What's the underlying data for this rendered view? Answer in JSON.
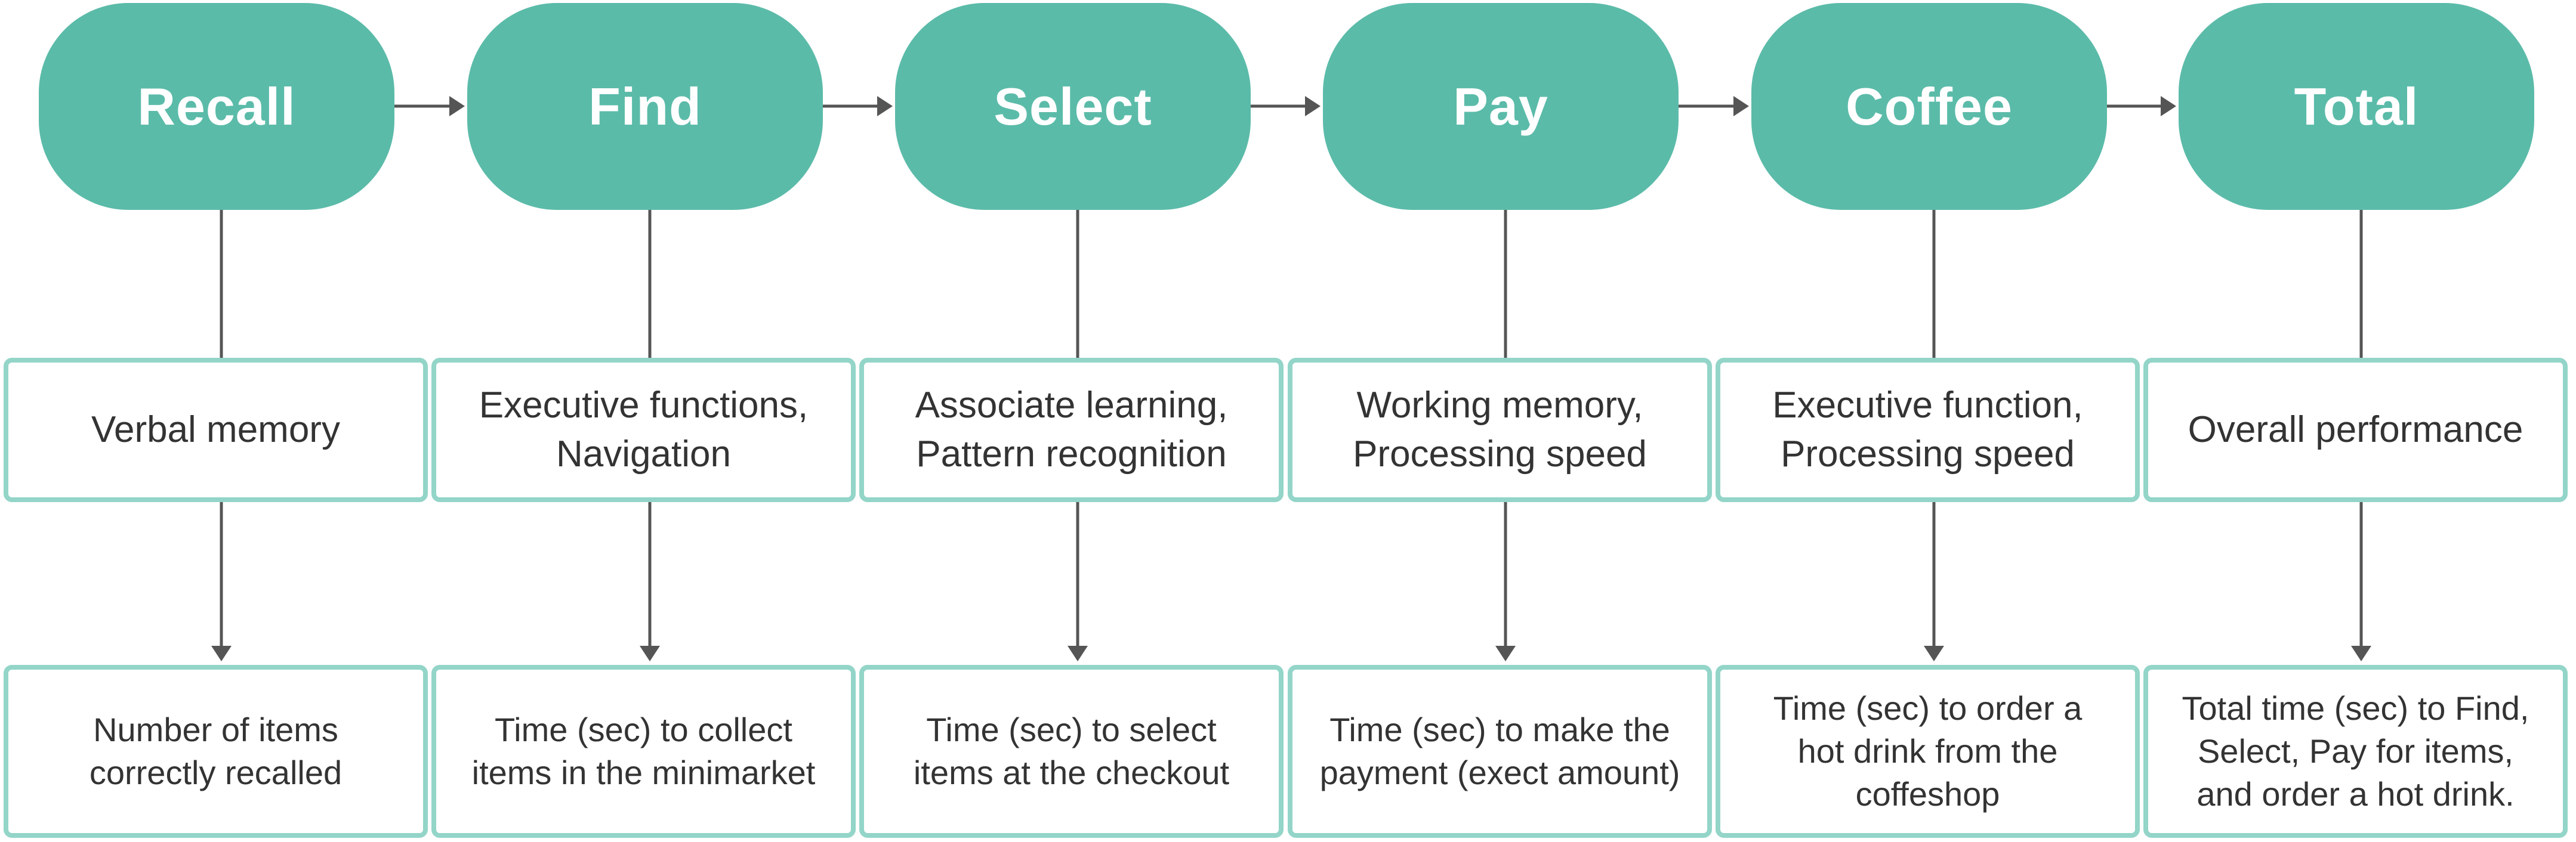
{
  "colors": {
    "stage_fill": "#5bbba9",
    "box_border": "#93d5c8",
    "connector": "#555555",
    "text": "#333333"
  },
  "stages": [
    {
      "label": "Recall",
      "function": "Verbal memory",
      "measure": "Number of items\ncorrectly recalled"
    },
    {
      "label": "Find",
      "function": "Executive functions,\nNavigation",
      "measure": "Time (sec) to collect\nitems in the minimarket"
    },
    {
      "label": "Select",
      "function": "Associate learning,\nPattern recognition",
      "measure": "Time (sec) to select\nitems at the checkout"
    },
    {
      "label": "Pay",
      "function": "Working memory,\nProcessing speed",
      "measure": "Time (sec) to make the\npayment (exect amount)"
    },
    {
      "label": "Coffee",
      "function": "Executive function,\nProcessing speed",
      "measure": "Time (sec) to order a\nhot drink from the\ncoffeshop"
    },
    {
      "label": "Total",
      "function": "Overall performance",
      "measure": "Total time (sec) to Find,\nSelect, Pay for items,\nand order a hot drink."
    }
  ]
}
